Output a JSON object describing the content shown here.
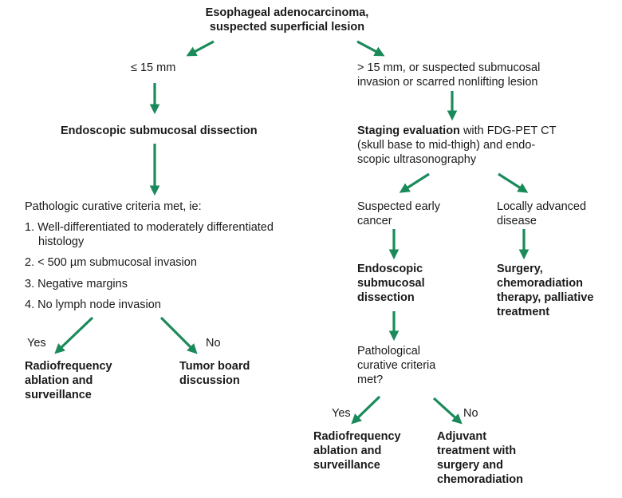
{
  "root": {
    "line1": "Esophageal adenocarcinoma,",
    "line2": "suspected superficial lesion"
  },
  "left": {
    "condition": "≤ 15 mm",
    "procedure": "Endoscopic submucosal dissection",
    "criteria": {
      "title": "Pathologic curative criteria met, ie:",
      "item1_line1": "1. Well-differentiated to moderately differentiated",
      "item1_line2": "histology",
      "item2": "2. < 500 µm submucosal invasion",
      "item3": "3. Negative margins",
      "item4": "4. No lymph node invasion"
    },
    "yes_label": "Yes",
    "no_label": "No",
    "yes_outcome": {
      "line1": "Radiofrequency",
      "line2": "ablation and",
      "line3": "surveillance"
    },
    "no_outcome": {
      "line1": "Tumor board",
      "line2": "discussion"
    }
  },
  "right": {
    "condition": {
      "line1": "> 15 mm, or suspected submucosal",
      "line2": "invasion or scarred nonlifting lesion"
    },
    "staging": {
      "bold": "Staging evaluation",
      "line1_rest": " with FDG-PET CT",
      "line2": "(skull base to mid-thigh) and endo-",
      "line3": "scopic ultrasonography"
    },
    "early": {
      "condition": {
        "line1": "Suspected early",
        "line2": "cancer"
      },
      "procedure": {
        "line1": "Endoscopic",
        "line2": "submucosal",
        "line3": "dissection"
      },
      "criteria": {
        "line1": "Pathological",
        "line2": "curative criteria",
        "line3": "met?"
      },
      "yes_label": "Yes",
      "no_label": "No",
      "yes_outcome": {
        "line1": "Radiofrequency",
        "line2": "ablation and",
        "line3": "surveillance"
      },
      "no_outcome": {
        "line1": "Adjuvant",
        "line2": "treatment with",
        "line3": "surgery and",
        "line4": "chemoradiation"
      }
    },
    "advanced": {
      "condition": {
        "line1": "Locally advanced",
        "line2": "disease"
      },
      "outcome": {
        "line1": "Surgery,",
        "line2": "chemoradiation",
        "line3": "therapy, palliative",
        "line4": "treatment"
      }
    }
  },
  "colors": {
    "arrow": "#1a8a5a",
    "text": "#1a1a1a"
  }
}
